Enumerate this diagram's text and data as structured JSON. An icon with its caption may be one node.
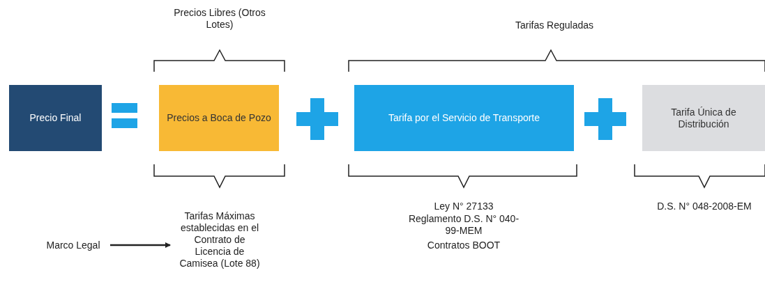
{
  "diagram": {
    "nodes": [
      {
        "text": [
          "Precio Final"
        ]
      },
      {
        "text": [
          "Precios a Boca de Pozo"
        ]
      },
      {
        "text": [
          "Tarifa por el Servicio de Transporte"
        ]
      },
      {
        "text": [
          "Tarifa Única de Distribución"
        ]
      },
      {
        "text": [
          "Marco Legal"
        ]
      },
      {
        "text": [
          "Tarifas Máximas establecidas en el Contrato de Licencia de Camisea (Lote 88)"
        ]
      }
    ],
    "edges": [
      {
        "from": 4,
        "to": 5,
        "arrow": "to"
      }
    ],
    "labels": [
      "Precios Libres (Otros Lotes)",
      "Tarifas Reguladas",
      "Ley N° 27133",
      "Reglamento D.S. N° 040-99-MEM",
      "Contratos BOOT",
      "D.S. N° 048-2008-EM"
    ]
  }
}
